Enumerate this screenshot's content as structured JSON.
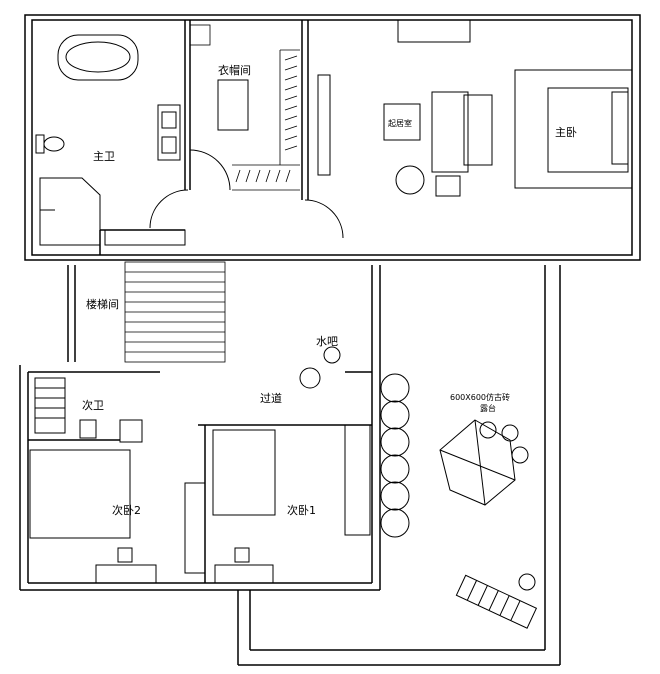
{
  "rooms": {
    "master_bath": "主卫",
    "walk_in_closet": "衣帽间",
    "living_room": "起居室",
    "master_bedroom": "主卧",
    "stairwell": "楼梯间",
    "water_bar": "水吧",
    "corridor": "过道",
    "second_bath": "次卫",
    "second_bedroom_2": "次卧2",
    "second_bedroom_1": "次卧1",
    "terrace": "露台",
    "terrace_floor_note": "600X600仿古砖"
  }
}
